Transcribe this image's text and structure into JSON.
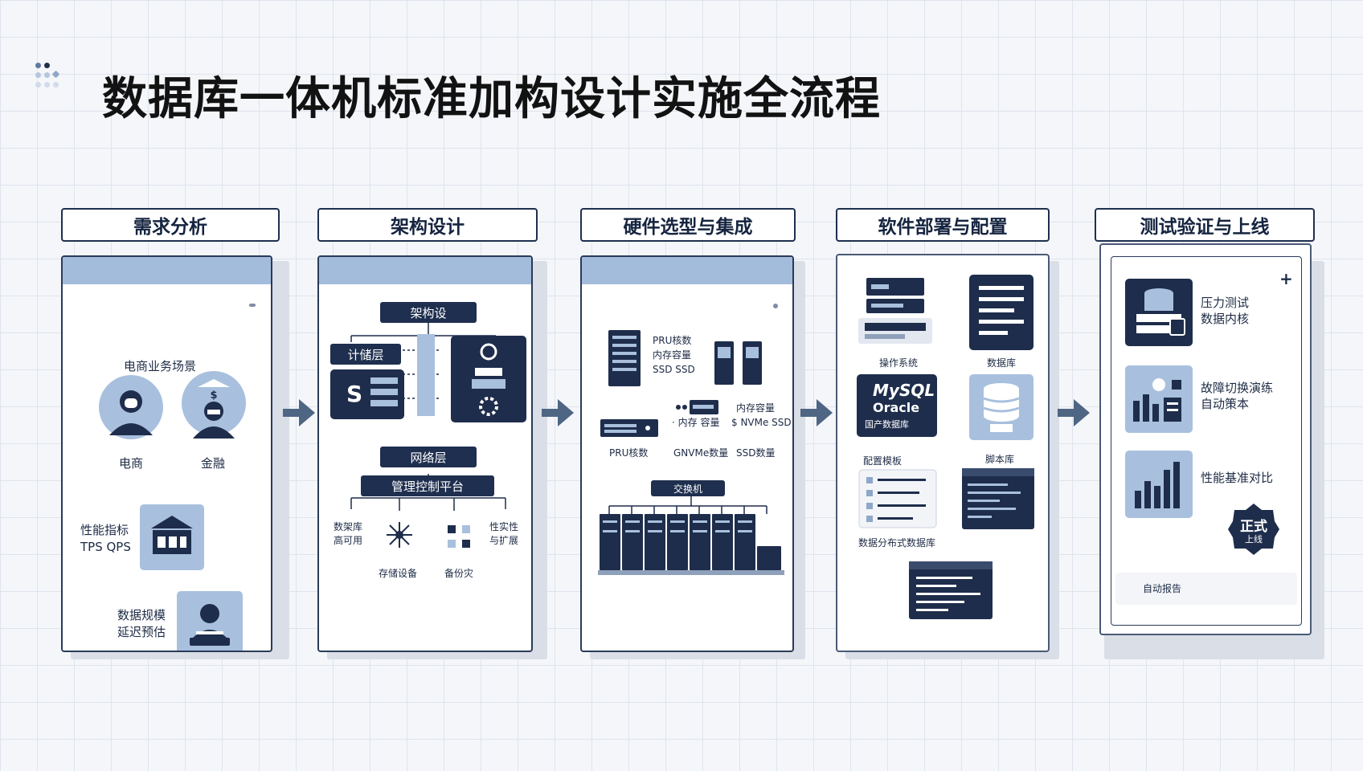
{
  "title": "数据库一体机标准加构设计实施全流程",
  "colors": {
    "navy": "#1e2d4b",
    "light_blue": "#a8c0de",
    "band_blue": "#a4bcdc",
    "arrow": "#4f6584"
  },
  "stages": [
    {
      "title": "需求分析",
      "labels": {
        "scenario": "电商业务场景",
        "ecommerce": "电商",
        "finance": "金融",
        "perf_title": "性能指标",
        "perf_metrics": "TPS QPS",
        "scale_title": "数据规模",
        "scale_detail": "延迟预估",
        "badge_text": "$"
      },
      "icons": [
        "ecommerce-user-icon",
        "finance-user-icon",
        "store-icon",
        "analyst-icon"
      ]
    },
    {
      "title": "架构设计",
      "labels": {
        "top": "架构设",
        "storage": "计储层",
        "network": "网络层",
        "mgmt": "管理控制平台",
        "ha_1": "数架库",
        "ha_2": "高可用",
        "scale_1": "性实性",
        "scale_2": "与扩展",
        "store_dev": "存储设备",
        "backup": "备份灾"
      },
      "icons": [
        "compute-icon",
        "database-stack-icon",
        "gear-icon",
        "network-hub-icon",
        "failover-icon"
      ]
    },
    {
      "title": "硬件选型与集成",
      "labels": {
        "cpu": "PRU核数",
        "mem": "内存容量",
        "ssd": "SSD SSD",
        "pcie": "PRU核数",
        "mem2_title": "内存容量",
        "mem2_a": "· 内存 容量",
        "mem2_b": "$ NVMe SSD.",
        "nvme_count": "GNVMe数量",
        "ssd_count": "SSD数量",
        "switch": "交换机"
      },
      "icons": [
        "server-tower-icon",
        "server-pair-icon",
        "rack-server-icon",
        "nvme-drive-icon",
        "network-switch-icon",
        "server-rack-cluster-icon"
      ]
    },
    {
      "title": "软件部署与配置",
      "labels": {
        "os": "操作系统",
        "db": "数据库",
        "mysql": "MySQL",
        "oracle": "Oracle",
        "logo_caption": "国产数据库",
        "config_tpl": "配置模板",
        "scripts": "脚本库",
        "distributed": "数据分布式数据库"
      },
      "icons": [
        "server-stack-icon",
        "document-list-icon",
        "database-icon",
        "config-form-icon",
        "terminal-icon",
        "code-window-icon"
      ]
    },
    {
      "title": "测试验证与上线",
      "labels": {
        "stress_1": "压力测试",
        "stress_2": "数据内核",
        "failover_1": "故障切换演练",
        "failover_2": "自动策本",
        "bench": "性能基准对比",
        "seal_1": "正式",
        "seal_2": "上线",
        "auto": "自动报告"
      },
      "icons": [
        "test-server-icon",
        "failover-drill-icon",
        "bar-chart-icon",
        "launch-seal-icon"
      ]
    }
  ]
}
